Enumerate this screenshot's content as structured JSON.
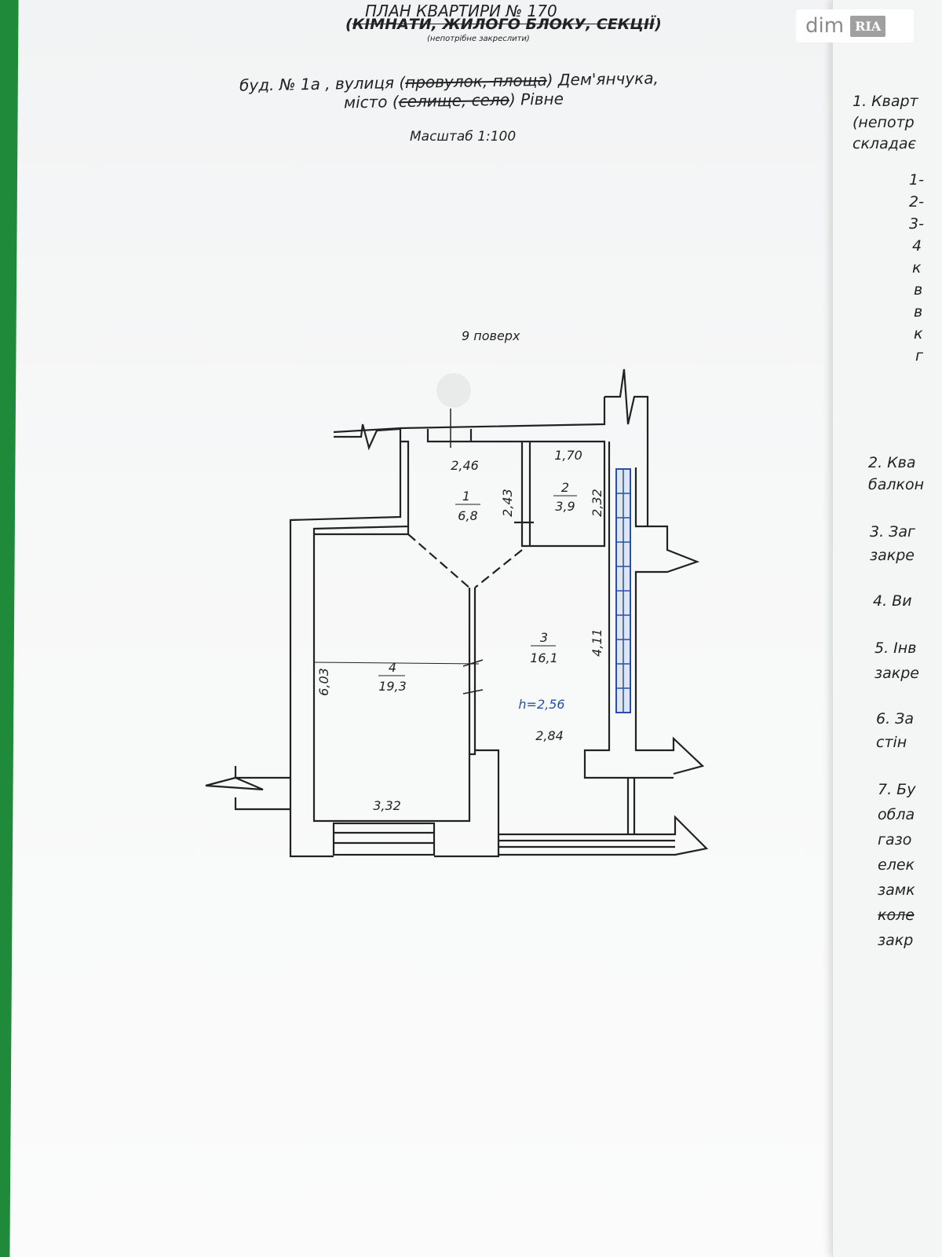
{
  "header": {
    "title": "ПЛАН КВАРТИРИ № 170",
    "subtitle_open": "(",
    "subtitle_struck": "КІМНАТИ, ЖИЛОГО БЛОКУ, СЕКЦІЇ",
    "subtitle_close": ")",
    "note": "(непотрібне закреслити)",
    "address_line1_a": "буд. № 1а , вулиця (",
    "address_line1_struck": "провулок, площа",
    "address_line1_b": ") Дем'янчука,",
    "address_line2_a": "місто (",
    "address_line2_struck": "селище, село",
    "address_line2_b": ") Рівне",
    "scale": "Масштаб 1:100"
  },
  "floor_label": "9 поверх",
  "plan": {
    "rooms": [
      {
        "number": "1",
        "area": "6,8"
      },
      {
        "number": "2",
        "area": "3,9"
      },
      {
        "number": "3",
        "area": "16,1"
      },
      {
        "number": "4",
        "area": "19,3"
      }
    ],
    "dimensions": [
      "2,46",
      "1,70",
      "2,43",
      "2,32",
      "4,11",
      "6,03",
      "2,84",
      "3,32"
    ],
    "height": "h=2,56"
  },
  "right_page_lines": [
    "1. Кварт",
    "(непотр",
    "складає",
    "1-",
    "2-",
    "3-",
    "4",
    "к",
    "в",
    "в",
    "к",
    "г",
    "2. Ква",
    "балкон",
    "3. Заг",
    "закре",
    "4. Ви",
    "5. Інв",
    "закре",
    "6. За",
    "стін",
    "7. Бу",
    "обла",
    "газо",
    "елек",
    "замк",
    "коле",
    "закр"
  ],
  "watermark": {
    "text": "dim",
    "badge": "RIA"
  },
  "colors": {
    "background": "#1f8a3a",
    "balcony": "#2a4fa8"
  }
}
